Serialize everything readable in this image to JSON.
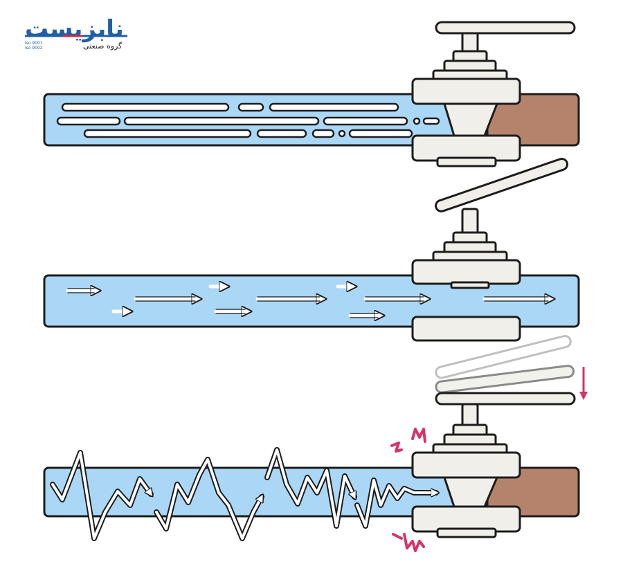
{
  "logo": {
    "brand_name": "نابزیست",
    "subtitle": "گروه صنعتی",
    "iso_1": "iso 9001",
    "iso_2": "iso 9002",
    "colors": {
      "blue": "#1f5fa8",
      "red": "#d7263d"
    }
  },
  "diagram": {
    "panels": [
      {
        "state": "valve-closed",
        "flow": "static-streaks",
        "handle": "horizontal"
      },
      {
        "state": "valve-open",
        "flow": "arrows-right",
        "handle": "raised"
      },
      {
        "state": "valve-slamming-shut",
        "flow": "zigzag-surge",
        "handle": "moving-down"
      }
    ],
    "colors": {
      "water": "#aad7f5",
      "outline": "#1c1c1c",
      "valve": "#f0efe9",
      "downstream": "#b5836b",
      "impact": "#d6336c"
    }
  }
}
